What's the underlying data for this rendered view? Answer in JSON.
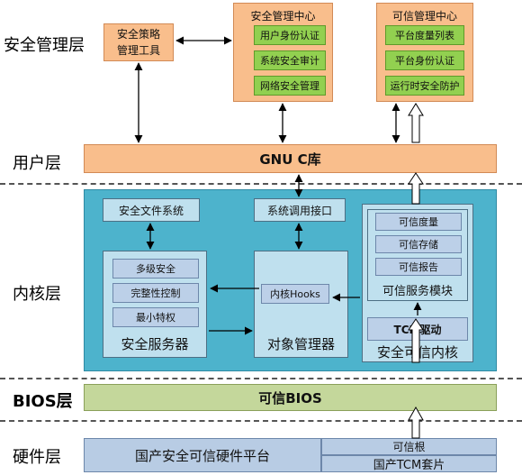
{
  "layers": {
    "security_mgmt": "安全管理层",
    "user": "用户层",
    "kernel": "内核层",
    "bios": "BIOS层",
    "hardware": "硬件层"
  },
  "security_mgmt": {
    "policy_tool": "安全策略\n管理工具",
    "mgmt_center": {
      "title": "安全管理中心",
      "items": [
        "用户身份认证",
        "系统安全审计",
        "网络安全管理"
      ]
    },
    "trust_center": {
      "title": "可信管理中心",
      "items": [
        "平台度量列表",
        "平台身份认证",
        "运行时安全防护"
      ]
    }
  },
  "user_layer": {
    "glibc": "GNU C库"
  },
  "kernel_layer": {
    "secure_fs": "安全文件系统",
    "syscall_if": "系统调用接口",
    "security_server": {
      "title": "安全服务器",
      "items": [
        "多级安全",
        "完整性控制",
        "最小特权"
      ]
    },
    "object_manager": {
      "title": "对象管理器",
      "hooks": "内核Hooks"
    },
    "trusted_service": {
      "title": "可信服务模块",
      "items": [
        "可信度量",
        "可信存储",
        "可信报告"
      ]
    },
    "tcm_driver": "TCM驱动",
    "trusted_kernel": "安全可信内核"
  },
  "bios_layer": {
    "trusted_bios": "可信BIOS"
  },
  "hardware_layer": {
    "platform": "国产安全可信硬件平台",
    "root": "可信根",
    "tcm_chip": "国产TCM套片"
  }
}
